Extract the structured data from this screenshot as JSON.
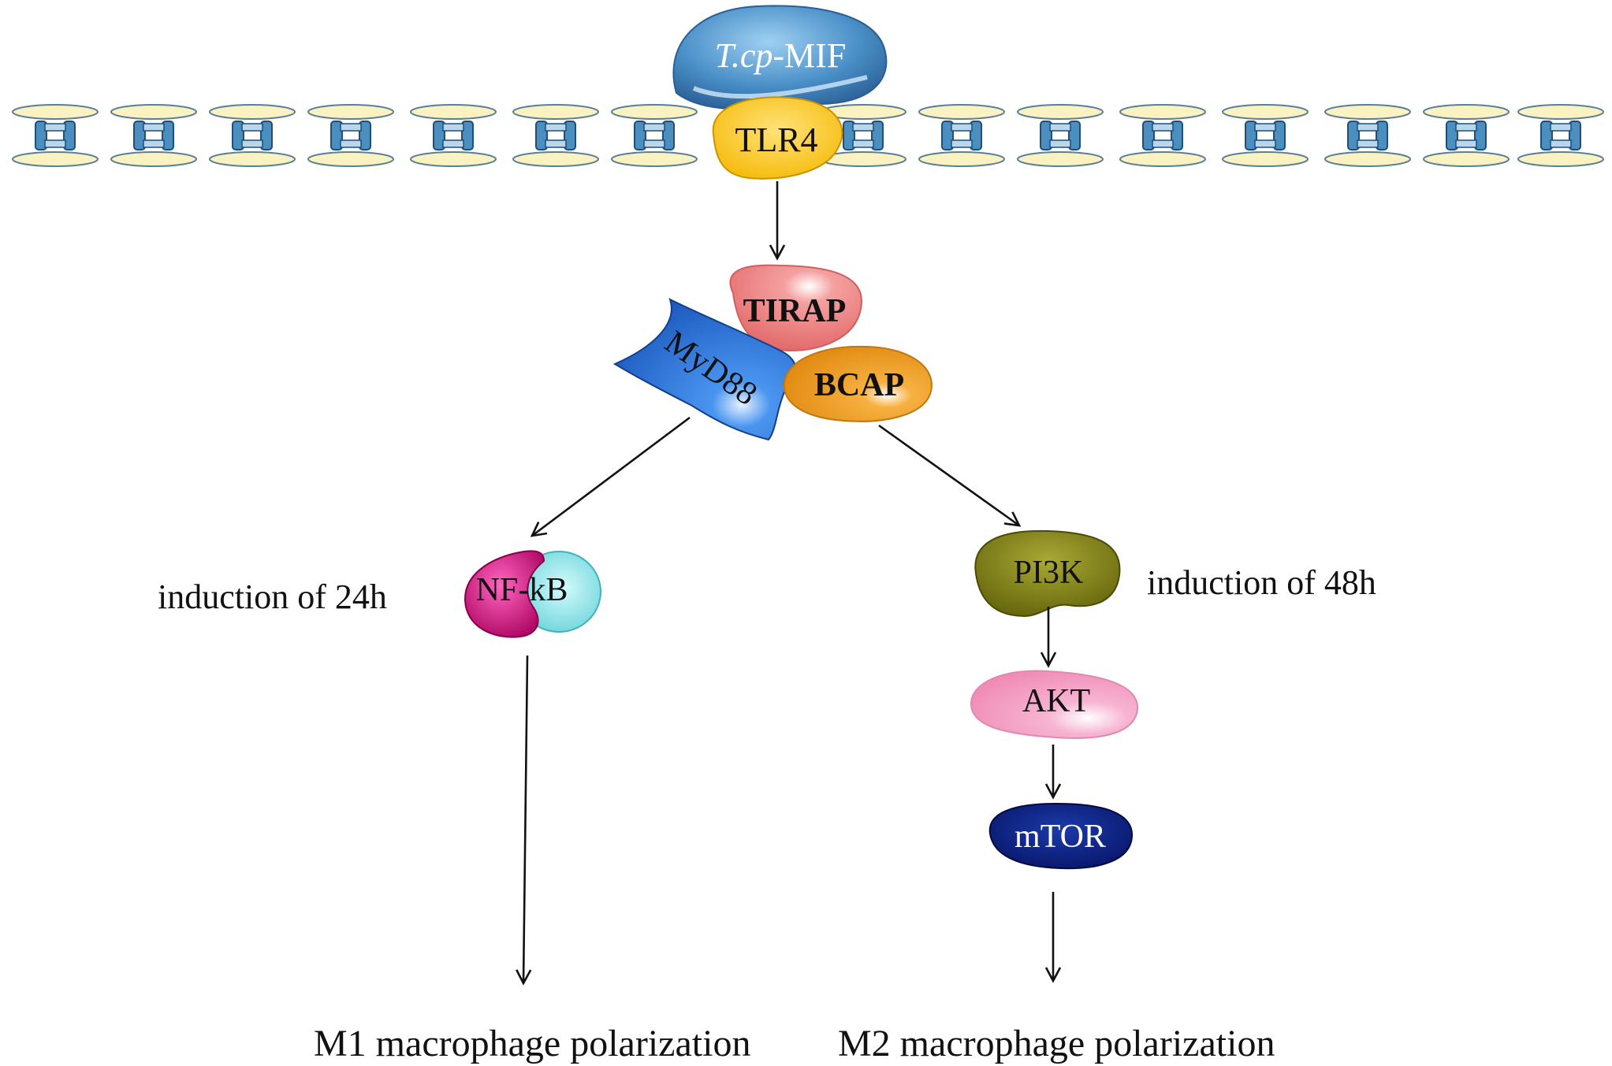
{
  "colors": {
    "membrane_lipid": "#fbf2c2",
    "membrane_outline": "#5a7f98",
    "channel": "#2f78a8",
    "tcp_mif": "#3f88c2",
    "tlr4": "#ffc61a",
    "tirap": "#f28a8a",
    "myd88": "#2f78e0",
    "bcap": "#f5a020",
    "nfkb_left": "#c8006e",
    "nfkb_right": "#6fd9df",
    "pi3k": "#7a7a14",
    "akt": "#f7a8cf",
    "mtor": "#0a1f86"
  },
  "labels": {
    "tcp_mif_italic": "T.cp",
    "tcp_mif_rest": "-MIF",
    "tlr4": "TLR4",
    "tirap": "TIRAP",
    "myd88": "MyD88",
    "bcap": "BCAP",
    "nfkb": "NF-kB",
    "pi3k": "PI3K",
    "akt": "AKT",
    "mtor": "mTOR",
    "induction_left": "induction of 24h",
    "induction_right": "induction of 48h",
    "outcome_left": "M1 macrophage polarization",
    "outcome_right": "M2 macrophage polarization"
  }
}
